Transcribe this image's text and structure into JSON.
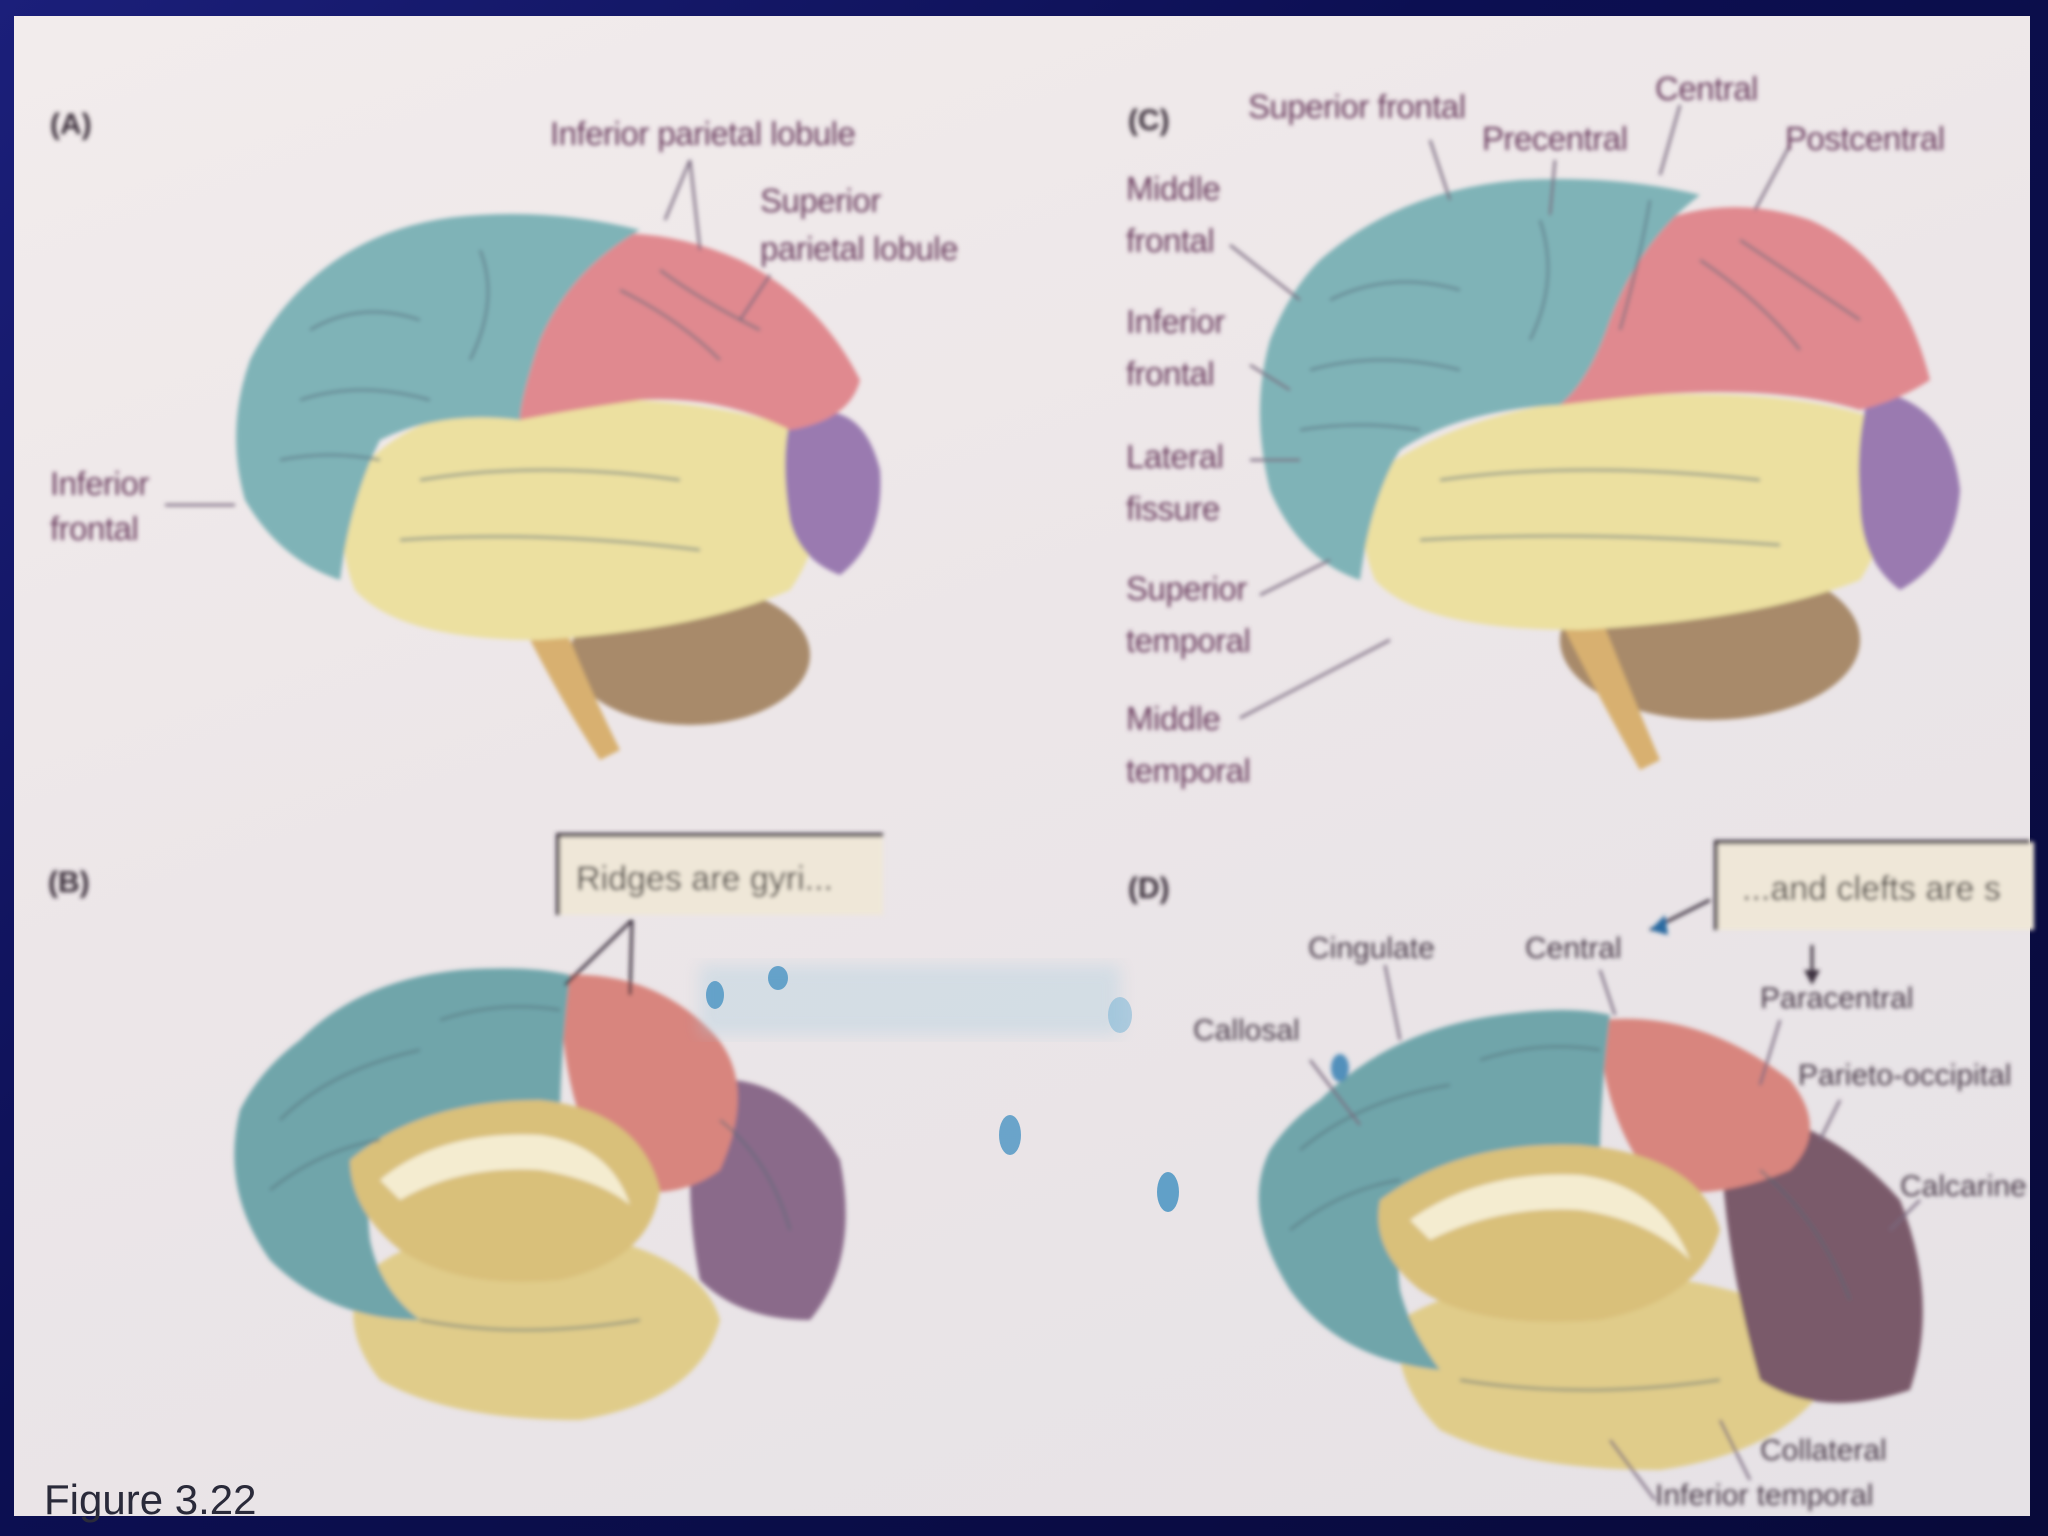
{
  "panels": {
    "A": {
      "letter": "(A)",
      "labels": {
        "inferior_parietal_lobule": "Inferior parietal lobule",
        "superior_parietal_lobule_1": "Superior",
        "superior_parietal_lobule_2": "parietal lobule",
        "inferior_frontal_1": "Inferior",
        "inferior_frontal_2": "frontal"
      }
    },
    "B": {
      "letter": "(B)",
      "callout": "Ridges are gyri..."
    },
    "C": {
      "letter": "(C)",
      "labels": {
        "superior_frontal": "Superior frontal",
        "central": "Central",
        "precentral": "Precentral",
        "postcentral": "Postcentral",
        "middle_frontal_1": "Middle",
        "middle_frontal_2": "frontal",
        "inferior_frontal_1": "Inferior",
        "inferior_frontal_2": "frontal",
        "lateral_fissure_1": "Lateral",
        "lateral_fissure_2": "fissure",
        "superior_temporal_1": "Superior",
        "superior_temporal_2": "temporal",
        "middle_temporal_1": "Middle",
        "middle_temporal_2": "temporal"
      }
    },
    "D": {
      "letter": "(D)",
      "callout": "...and clefts are s",
      "labels": {
        "cingulate": "Cingulate",
        "central": "Central",
        "callosal": "Callosal",
        "paracentral": "Paracentral",
        "parieto_occipital": "Parieto-occipital",
        "calcarine": "Calcarine",
        "collateral": "Collateral",
        "inferior_temporal": "Inferior temporal"
      }
    }
  },
  "figure_caption": "Figure 3.22",
  "colors": {
    "frontal": "#7fb3b7",
    "parietal": "#e0898f",
    "temporal": "#ece0a0",
    "occipital": "#9a7ab0",
    "cerebellum": "#a88a6a",
    "background": "#0c0f52",
    "paper": "#ece6e8"
  }
}
